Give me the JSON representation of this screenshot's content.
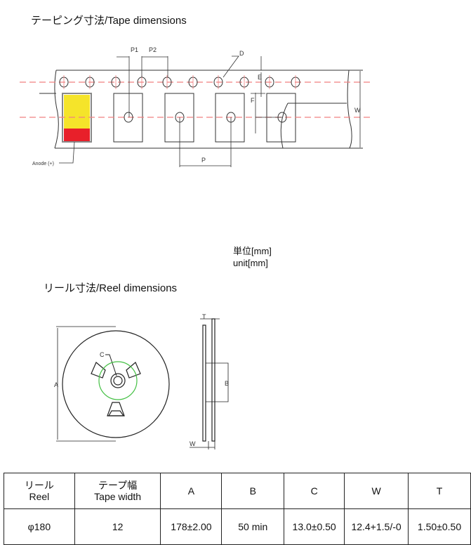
{
  "tape_section": {
    "title": "テーピング寸法/Tape dimensions",
    "labels": {
      "p1": "P1",
      "p2": "P2",
      "d": "D",
      "e": "E",
      "f": "F",
      "w": "W",
      "p": "P",
      "anode": "Anode (+)"
    }
  },
  "unit_note": {
    "line1": "単位[mm]",
    "line2": "unit[mm]"
  },
  "reel_section": {
    "title": "リール寸法/Reel dimensions",
    "labels": {
      "a": "A",
      "b": "B",
      "c": "C",
      "t": "T",
      "w": "W"
    }
  },
  "colors": {
    "led_body": "#f5e42a",
    "led_anode": "#e8202a",
    "dash": "#f08080",
    "hub": "#44c044"
  },
  "table": {
    "headers": [
      {
        "jp": "リール",
        "en": "Reel"
      },
      {
        "jp": "テープ幅",
        "en": "Tape width"
      },
      {
        "en": "A"
      },
      {
        "en": "B"
      },
      {
        "en": "C"
      },
      {
        "en": "W"
      },
      {
        "en": "T"
      }
    ],
    "rows": [
      [
        "φ180",
        "12",
        "178±2.00",
        "50 min",
        "13.0±0.50",
        "12.4+1.5/-0",
        "1.50±0.50"
      ]
    ]
  }
}
